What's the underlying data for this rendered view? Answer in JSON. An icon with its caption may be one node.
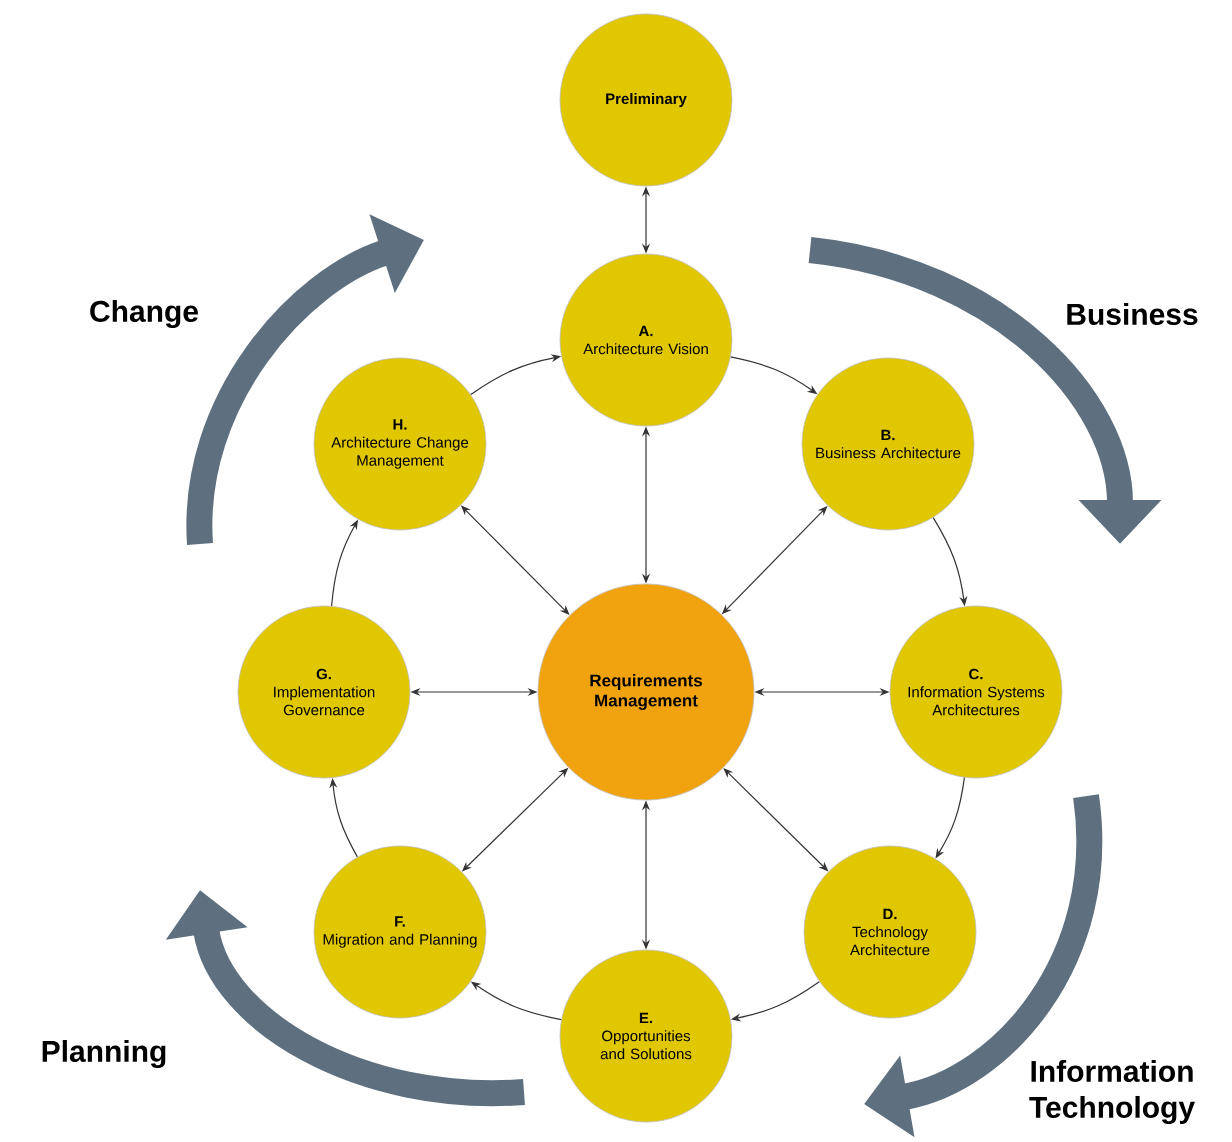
{
  "diagram": {
    "nodes": [
      {
        "text": [
          "Preliminary"
        ]
      },
      {
        "text": [
          "A.",
          "Architecture Vision"
        ]
      },
      {
        "text": [
          "B.",
          "Business Architecture"
        ]
      },
      {
        "text": [
          "C.",
          "Information Systems Architectures"
        ]
      },
      {
        "text": [
          "D.",
          "Technology Architecture"
        ]
      },
      {
        "text": [
          "E.",
          "Opportunities and Solutions"
        ]
      },
      {
        "text": [
          "F.",
          "Migration and Planning"
        ]
      },
      {
        "text": [
          "G.",
          "Implementation Governance"
        ]
      },
      {
        "text": [
          "H.",
          "Architecture Change Management"
        ]
      },
      {
        "text": [
          "Requirements Management"
        ]
      }
    ],
    "edges": [
      {
        "from": 0,
        "to": 1,
        "arrow": "both"
      },
      {
        "from": 1,
        "to": 2,
        "arrow": "to"
      },
      {
        "from": 2,
        "to": 3,
        "arrow": "to"
      },
      {
        "from": 3,
        "to": 4,
        "arrow": "to"
      },
      {
        "from": 4,
        "to": 5,
        "arrow": "to"
      },
      {
        "from": 5,
        "to": 6,
        "arrow": "to"
      },
      {
        "from": 6,
        "to": 7,
        "arrow": "to"
      },
      {
        "from": 7,
        "to": 8,
        "arrow": "to"
      },
      {
        "from": 8,
        "to": 1,
        "arrow": "to"
      },
      {
        "from": 9,
        "to": 1,
        "arrow": "both"
      },
      {
        "from": 9,
        "to": 2,
        "arrow": "both"
      },
      {
        "from": 9,
        "to": 3,
        "arrow": "both"
      },
      {
        "from": 9,
        "to": 4,
        "arrow": "both"
      },
      {
        "from": 9,
        "to": 5,
        "arrow": "both"
      },
      {
        "from": 9,
        "to": 6,
        "arrow": "both"
      },
      {
        "from": 9,
        "to": 7,
        "arrow": "both"
      },
      {
        "from": 9,
        "to": 8,
        "arrow": "both"
      }
    ],
    "labels": [
      "Change",
      "Business",
      "Planning",
      "Information Technology"
    ]
  }
}
